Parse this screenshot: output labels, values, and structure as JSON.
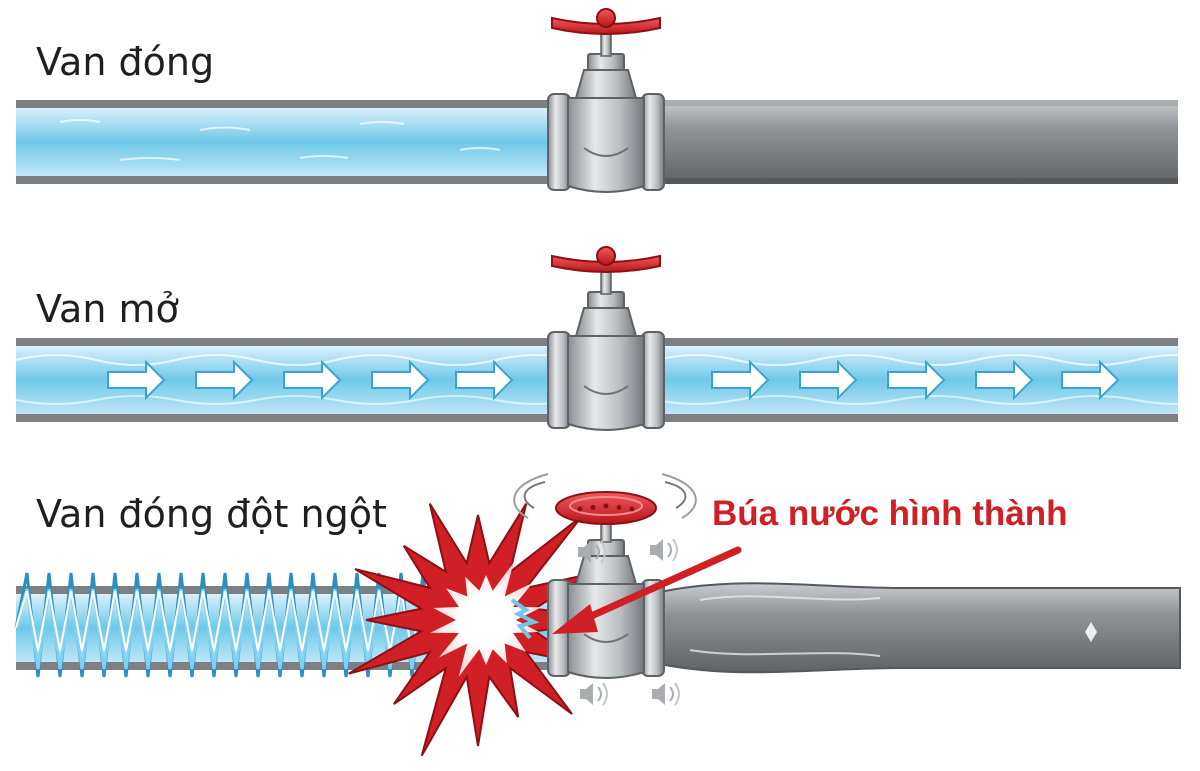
{
  "panels": [
    {
      "label": "Van đóng",
      "state": "closed",
      "upstream": "still water",
      "downstream": "empty pipe"
    },
    {
      "label": "Van mở",
      "state": "open",
      "flow_direction": "right"
    },
    {
      "label": "Van đóng đột ngột",
      "state": "suddenly closed",
      "effect": "pressure shock wave"
    }
  ],
  "callout": {
    "text": "Búa nước hình thành",
    "color": "#d01f25"
  },
  "colors": {
    "water": "#6fc8ea",
    "water_light": "#bfe7f7",
    "pipe_gray": "#8f9396",
    "valve_silver": "#b8bcbf",
    "handle_red": "#d8242a",
    "burst_red": "#d01f25",
    "arrow_red": "#d01f25"
  },
  "icons": [
    "gate-valve-icon",
    "flow-arrow-icon",
    "burst-icon",
    "sound-wave-icon",
    "vibration-arc-icon"
  ]
}
